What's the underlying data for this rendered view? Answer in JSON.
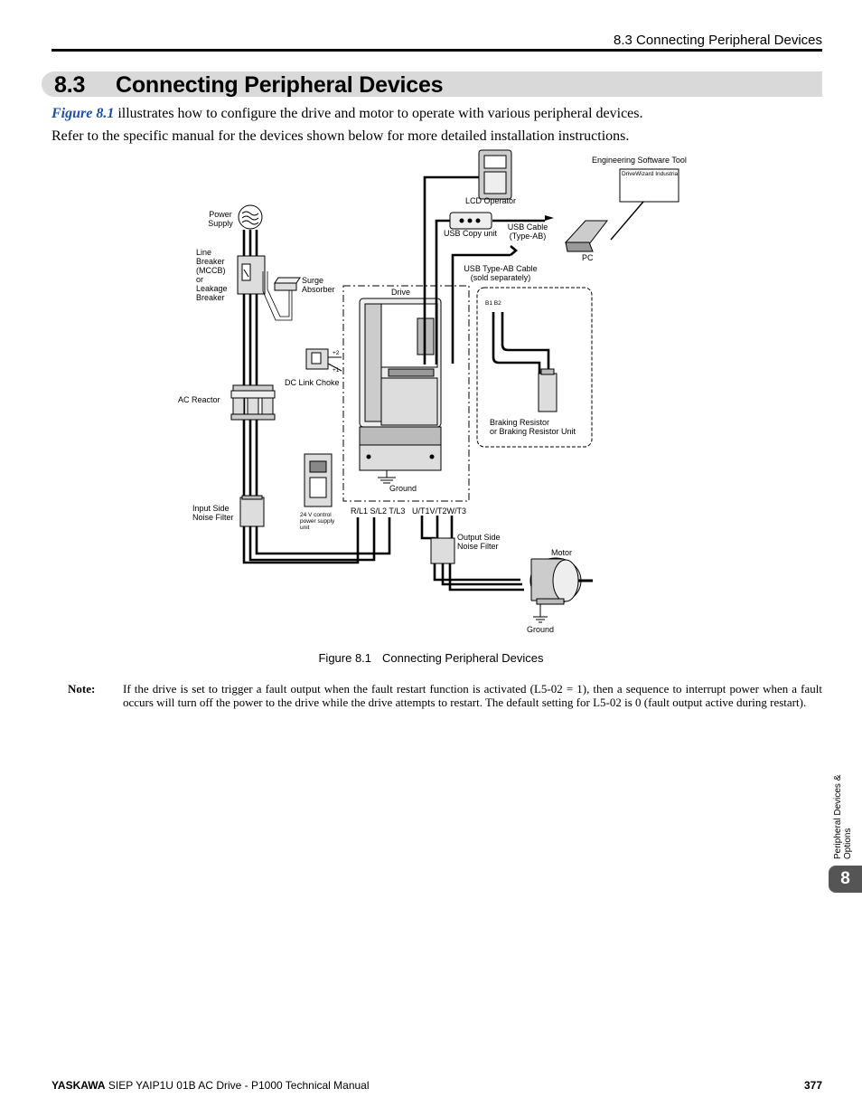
{
  "header": {
    "running_title": "8.3 Connecting Peripheral Devices"
  },
  "section": {
    "number": "8.3",
    "title": "Connecting Peripheral Devices"
  },
  "intro": {
    "figure_ref": "Figure 8.1",
    "line1_rest": " illustrates how to configure the drive and motor to operate with various peripheral devices.",
    "line2": "Refer to the specific manual for the devices shown below for more detailed installation instructions."
  },
  "diagram": {
    "power_supply": [
      "Power",
      "Supply"
    ],
    "line_breaker": [
      "Line",
      "Breaker",
      "(MCCB)",
      "or",
      "Leakage",
      "Breaker"
    ],
    "surge_absorber": [
      "Surge",
      "Absorber"
    ],
    "drive": "Drive",
    "dc_plus2": "+2",
    "dc_plus1": "+1",
    "dc_link_choke": "DC Link Choke",
    "ac_reactor": "AC Reactor",
    "input_filter": [
      "Input Side",
      "Noise Filter"
    ],
    "psu24": [
      "24 V control",
      "power supply",
      "unit"
    ],
    "terminals": "R/L1 S/L2 T/L3",
    "out_terminals": "U/T1V/T2W/T3",
    "ground": "Ground",
    "output_filter": [
      "Output Side",
      "Noise Filter"
    ],
    "motor": "Motor",
    "lcd_operator": "LCD Operator",
    "usb_copy_unit": "USB Copy unit",
    "usb_cable": [
      "USB Cable",
      "(Type-AB)"
    ],
    "usb_typeab": [
      "USB Type-AB Cable",
      "(sold separately)"
    ],
    "pc": "PC",
    "eng_tool": "Engineering Software Tool",
    "drivewizard": "DriveWizard Industrial",
    "b1b2": "B1  B2",
    "braking": [
      "Braking Resistor",
      "or Braking Resistor Unit"
    ]
  },
  "figure_caption": {
    "number": "Figure 8.1",
    "title": "Connecting Peripheral Devices"
  },
  "note": {
    "label": "Note:",
    "text": "If the drive is set to trigger a fault output when the fault restart function is activated (L5-02 = 1), then a sequence to interrupt power when a fault occurs will turn off the power to the drive while the drive attempts to restart. The default setting for L5-02 is 0 (fault output active during restart)."
  },
  "side_tab": {
    "text": "Peripheral Devices & Options",
    "chapter": "8"
  },
  "footer": {
    "brand": "YASKAWA",
    "title": " SIEP YAIP1U 01B AC Drive - P1000 Technical Manual",
    "page": "377"
  }
}
